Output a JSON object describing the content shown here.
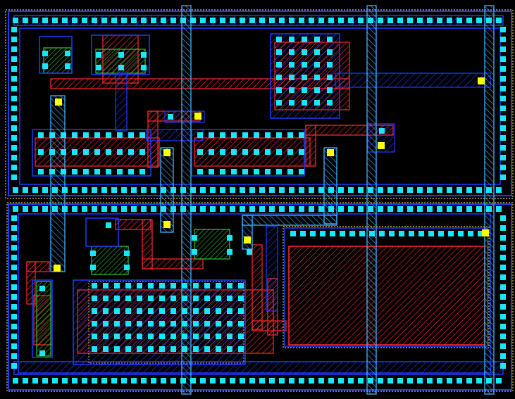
{
  "title": "",
  "colors": {
    "background": "#000000",
    "metal1": "#1a3cff",
    "metal2": "#3fb3ff",
    "poly": "#ff2a2a",
    "diffusion": "#34c234",
    "contact": "#19e6ff",
    "via": "#ffff00",
    "well_outline": "#e8c020"
  },
  "layers": [
    "metal1",
    "metal2",
    "poly",
    "diffusion",
    "contact",
    "via",
    "well"
  ]
}
